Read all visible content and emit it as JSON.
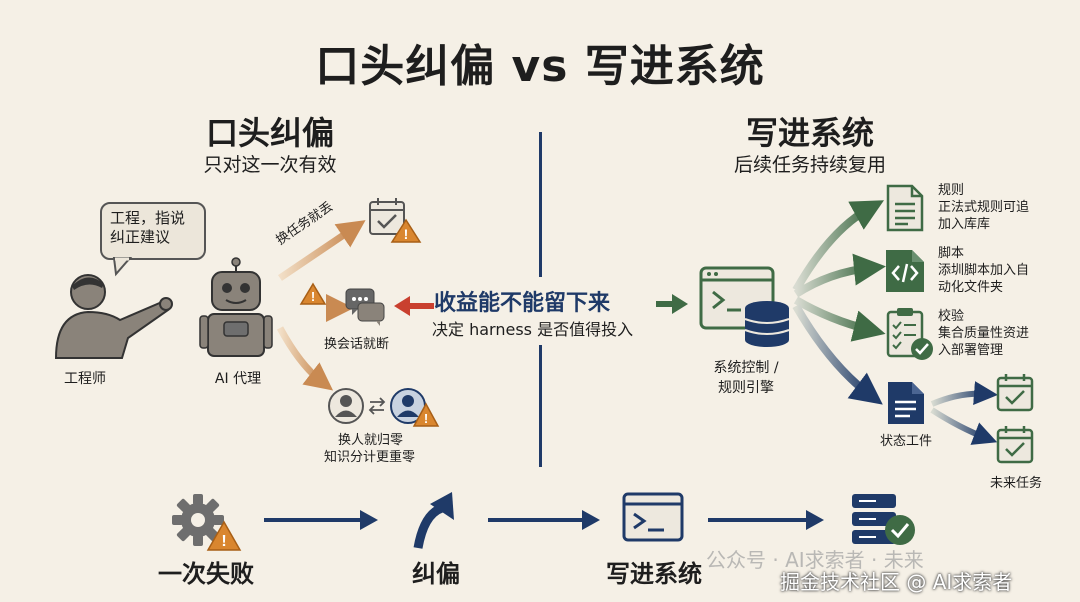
{
  "title": "口头纠偏 vs 写进系统",
  "left": {
    "heading": "口头纠偏",
    "subheading": "只对这一次有效",
    "bubble_text": "工程，指说纠正建议",
    "engineer_label": "工程师",
    "agent_label": "AI 代理",
    "branch_task": "换任务就丢",
    "branch_session": "换会话就断",
    "branch_person_1": "换人就归零",
    "branch_person_2": "知识分计更重零"
  },
  "center": {
    "title": "收益能不能留下来",
    "subtitle": "决定 harness 是否值得投入"
  },
  "right": {
    "heading": "写进系统",
    "subheading": "后续任务持续复用",
    "engine_label_1": "系统控制 /",
    "engine_label_2": "规则引擎",
    "outputs": [
      {
        "name": "规则",
        "desc_1": "正法式规则可追",
        "desc_2": "加入库库"
      },
      {
        "name": "脚本",
        "desc_1": "添圳脚本加入自",
        "desc_2": "动化文件夹"
      },
      {
        "name": "校验",
        "desc_1": "集合质量性资进",
        "desc_2": "入部署管理"
      }
    ],
    "state_file_label": "状态工件",
    "future_label": "未来任务"
  },
  "bottom": {
    "steps": [
      "一次失败",
      "纠偏",
      "写进系统"
    ]
  },
  "watermark": {
    "faint": "公众号 · AI求索者 · 未来",
    "main": "掘金技术社区 @ AI求索者"
  },
  "colors": {
    "background": "#f5f0e6",
    "navy": "#1f3a68",
    "green": "#3f6b45",
    "orange": "#d9862f",
    "gray": "#6e6e6e"
  }
}
